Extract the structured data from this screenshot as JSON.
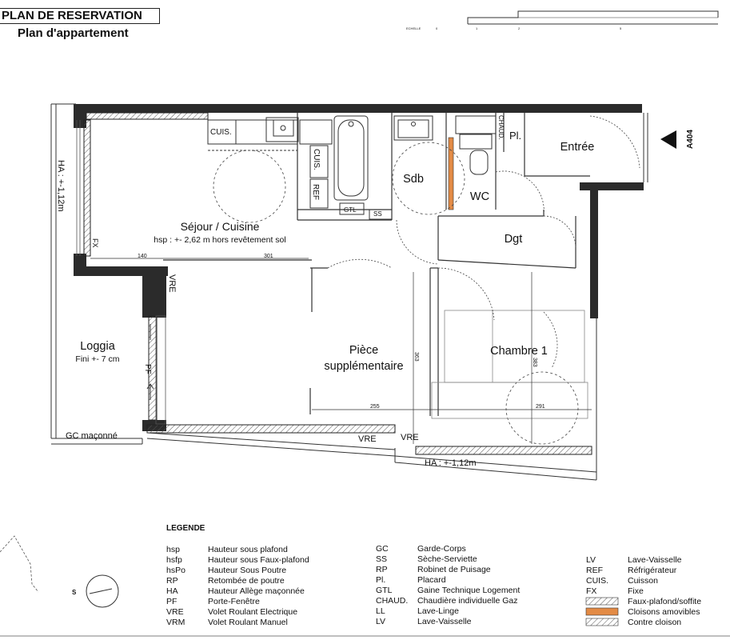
{
  "header": {
    "title": "PLAN DE RESERVATION",
    "subtitle": "Plan d'appartement",
    "scale_label": "ECHELLE",
    "scale_ticks": [
      "0",
      "1",
      "2",
      "5"
    ]
  },
  "orientation": {
    "marker": "A404"
  },
  "rooms": {
    "sejour": {
      "name": "Séjour / Cuisine",
      "note": "hsp : +- 2,62 m hors revêtement sol"
    },
    "piece": {
      "name_line1": "Pièce",
      "name_line2": "supplémentaire"
    },
    "chambre": {
      "name": "Chambre 1"
    },
    "sdb": {
      "name": "Sdb"
    },
    "wc": {
      "name": "WC"
    },
    "dgt": {
      "name": "Dgt"
    },
    "entree": {
      "name": "Entrée"
    },
    "loggia": {
      "name": "Loggia",
      "note": "Fini +- 7 cm"
    }
  },
  "fixtures": {
    "cuis_top": "CUIS.",
    "cuis_side": "CUIS.",
    "ref": "REF",
    "gtl": "GTL",
    "ss": "SS",
    "chaud": "CHAUD.",
    "pl": "Pl.",
    "vre_left": "VRE",
    "vre_bottom1": "VRE",
    "vre_bottom2": "VRE",
    "pf": "PF",
    "fx": "FX",
    "ha_left": "HA : +-1,12m",
    "ha_bottom": "HA : +-1,12m",
    "gc": "GC maçonné"
  },
  "dimensions": {
    "d140": "140",
    "d301": "301",
    "d363": "363",
    "d383": "383",
    "d255": "255",
    "d291": "291"
  },
  "legend": {
    "title": "LEGENDE",
    "col1": [
      {
        "code": "hsp",
        "desc": "Hauteur sous plafond"
      },
      {
        "code": "hsfp",
        "desc": "Hauteur sous Faux-plafond"
      },
      {
        "code": "hsPo",
        "desc": "Hauteur Sous Poutre"
      },
      {
        "code": "RP",
        "desc": "Retombée de poutre"
      },
      {
        "code": "HA",
        "desc": "Hauteur Allège maçonnée"
      },
      {
        "code": "PF",
        "desc": "Porte-Fenêtre"
      },
      {
        "code": "VRE",
        "desc": "Volet Roulant Electrique"
      },
      {
        "code": "VRM",
        "desc": "Volet Roulant Manuel"
      }
    ],
    "col2": [
      {
        "code": "GC",
        "desc": "Garde-Corps"
      },
      {
        "code": "SS",
        "desc": "Sèche-Serviette"
      },
      {
        "code": "RP",
        "desc": "Robinet de Puisage"
      },
      {
        "code": "Pl.",
        "desc": "Placard"
      },
      {
        "code": "GTL",
        "desc": "Gaine Technique Logement"
      },
      {
        "code": "CHAUD.",
        "desc": "Chaudière individuelle Gaz"
      },
      {
        "code": "LL",
        "desc": "Lave-Linge"
      },
      {
        "code": "LV",
        "desc": "Lave-Vaisselle"
      }
    ],
    "col3": [
      {
        "code": "LV",
        "desc": "Lave-Vaisselle"
      },
      {
        "code": "REF",
        "desc": "Réfrigérateur"
      },
      {
        "code": "CUIS.",
        "desc": "Cuisson"
      },
      {
        "code": "FX",
        "desc": "Fixe"
      }
    ],
    "swatches": [
      {
        "desc": "Faux-plafond/soffite",
        "kind": "hatch"
      },
      {
        "desc": "Cloisons amovibles",
        "kind": "orange"
      },
      {
        "desc": "Contre cloison",
        "kind": "hatch"
      }
    ],
    "compass": "S"
  },
  "colors": {
    "wall": "#2b2b2b",
    "orange": "#e38b45",
    "line": "#333333"
  }
}
